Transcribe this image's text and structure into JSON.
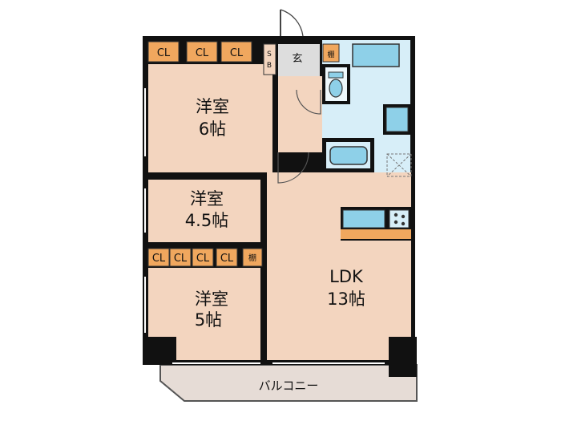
{
  "rooms": {
    "western_room_6": {
      "name": "洋室",
      "size": "6帖"
    },
    "western_room_45": {
      "name": "洋室",
      "size": "4.5帖"
    },
    "western_room_5": {
      "name": "洋室",
      "size": "5帖"
    },
    "ldk": {
      "name": "LDK",
      "size": "13帖"
    }
  },
  "storage": {
    "cl": "CL",
    "sb_top": "S",
    "sb_bottom": "B",
    "entrance": "玄",
    "shelf": "棚"
  },
  "balcony": "バルコニー",
  "colors": {
    "floor": "#f3d5bf",
    "wet_area": "#d7eef8",
    "closet": "#f0a75e",
    "wall": "#111111",
    "balcony": "#e6dcd6",
    "fixture": "#8ed0e8"
  }
}
